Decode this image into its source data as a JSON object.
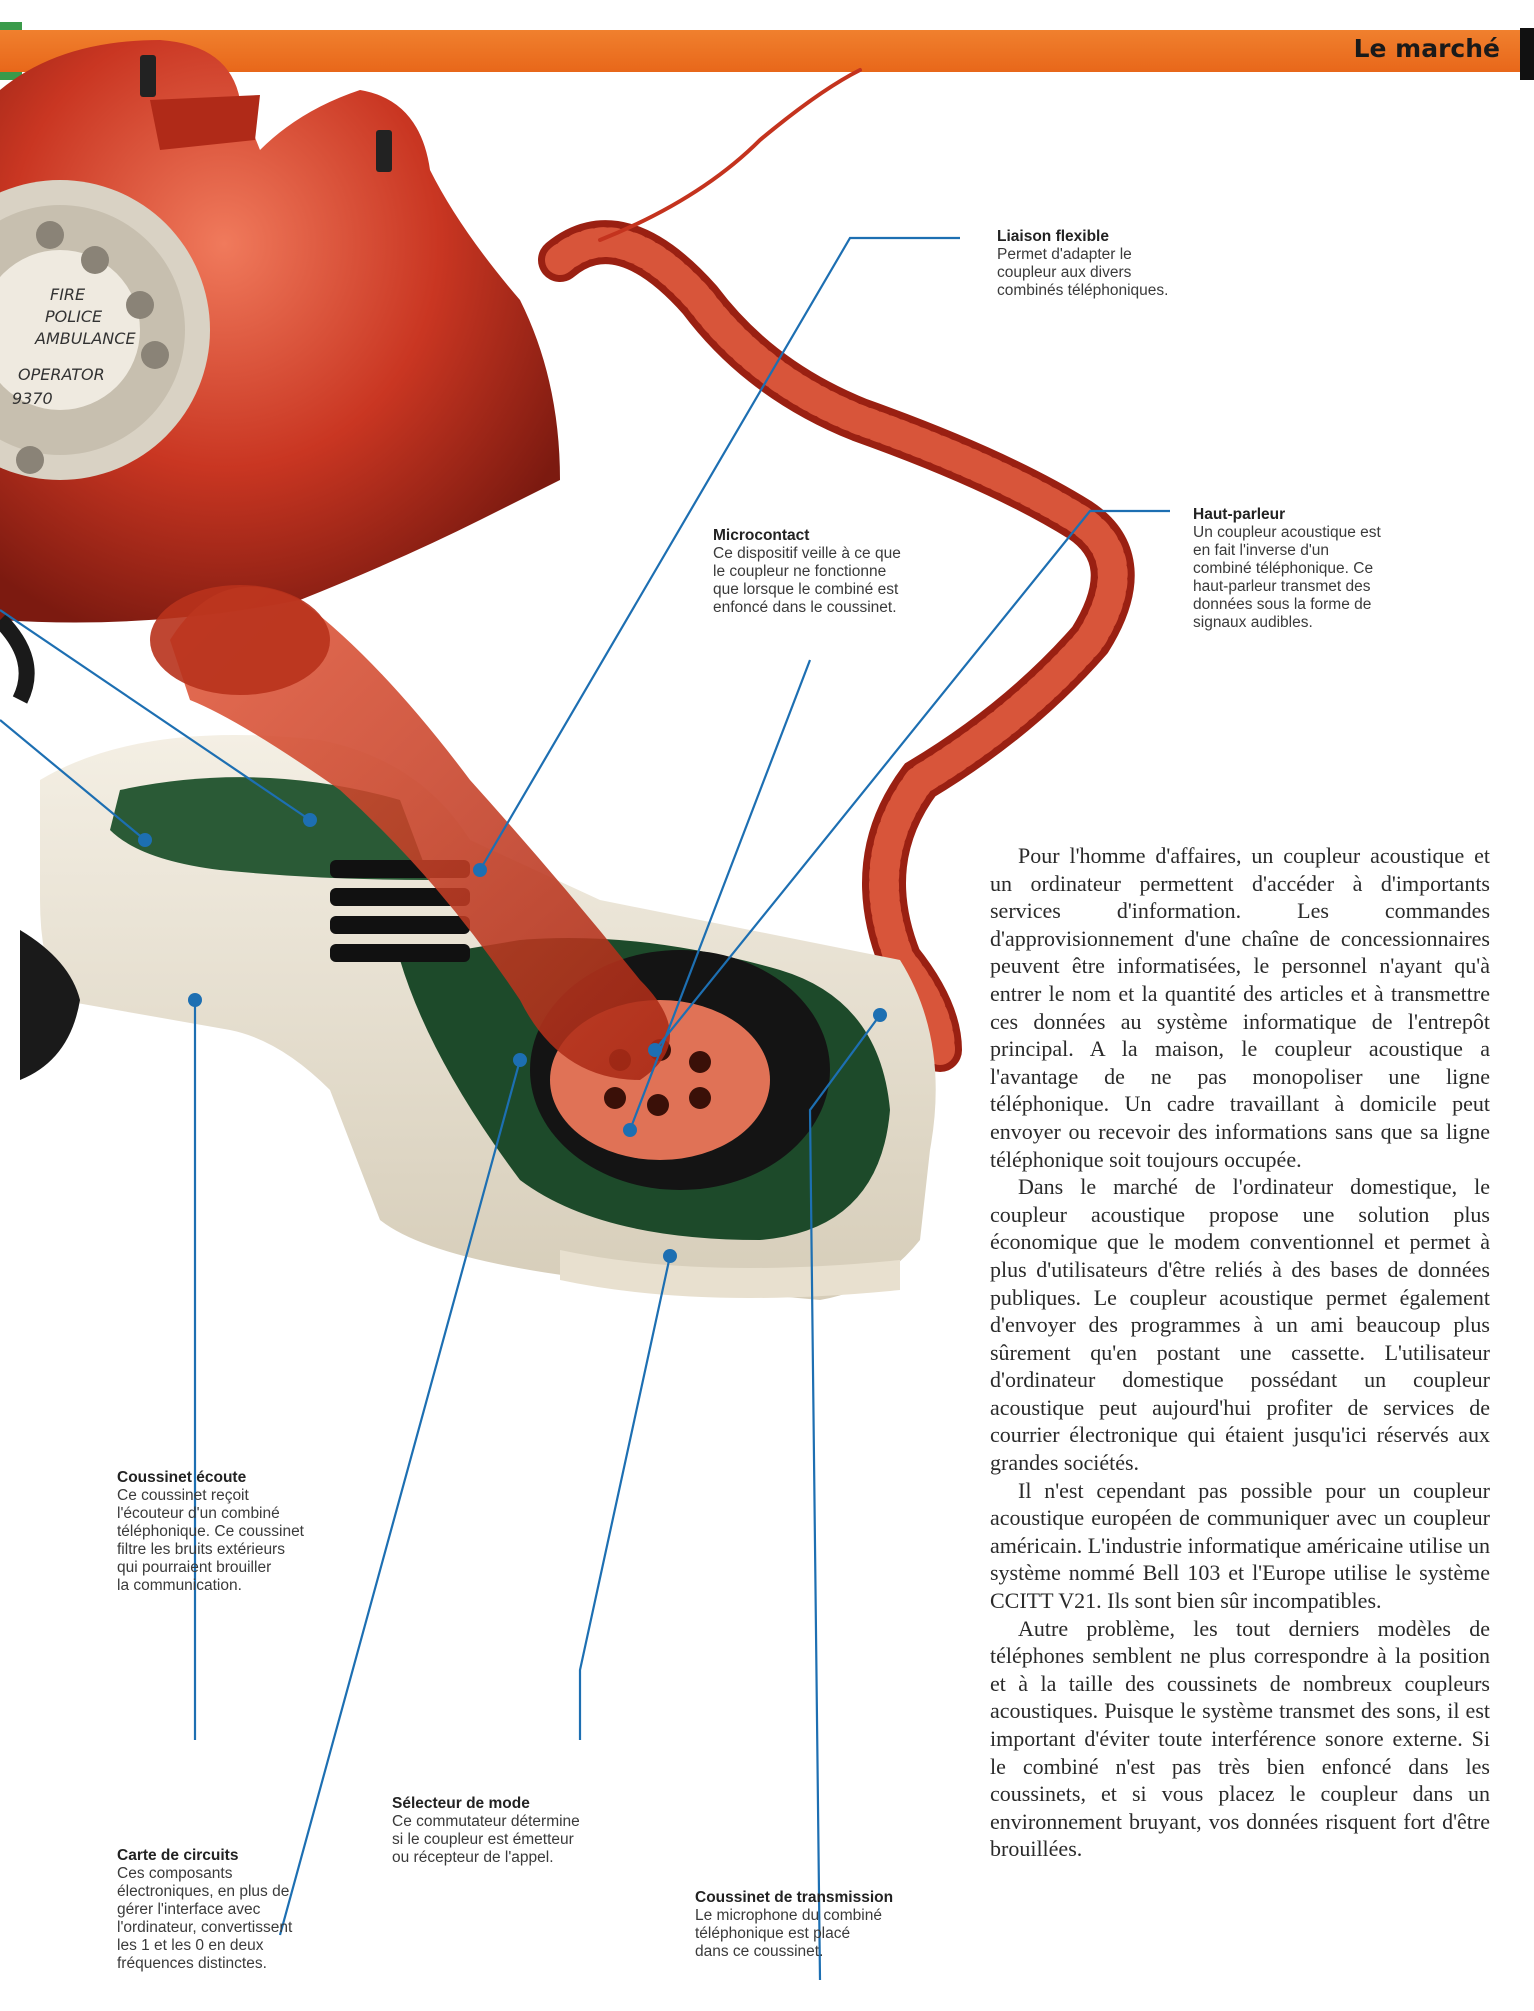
{
  "header": {
    "section_title": "Le marché"
  },
  "photo": {
    "dial_text": [
      "FIRE",
      "POLICE",
      "AMBULANCE",
      "OPERATOR",
      "9370"
    ]
  },
  "labels": {
    "liaison": {
      "title": "Liaison flexible",
      "text": "Permet d'adapter le\ncoupleur aux divers\ncombinés téléphoniques."
    },
    "haut_parleur": {
      "title": "Haut-parleur",
      "text": "Un coupleur acoustique est\nen fait l'inverse d'un\ncombiné téléphonique. Ce\nhaut-parleur transmet des\ndonnées sous la forme de\nsignaux audibles."
    },
    "microcontact": {
      "title": "Microcontact",
      "text": "Ce dispositif veille à ce que\nle coupleur ne fonctionne\nque lorsque le combiné est\nenfoncé dans le coussinet."
    },
    "coussinet_ecoute": {
      "title": "Coussinet écoute",
      "text": "Ce coussinet reçoit\nl'écouteur d'un combiné\ntéléphonique. Ce coussinet\nfiltre les bruits extérieurs\nqui pourraient brouiller\nla communication."
    },
    "selecteur": {
      "title": "Sélecteur de mode",
      "text": "Ce commutateur détermine\nsi le coupleur est émetteur\nou récepteur de l'appel."
    },
    "carte": {
      "title": "Carte de circuits",
      "text": "Ces composants\nélectroniques, en plus de\ngérer l'interface avec\nl'ordinateur, convertissent\nles 1 et les 0 en deux\nfréquences distinctes."
    },
    "coussinet_transmission": {
      "title": "Coussinet de transmission",
      "text": "Le microphone du combiné\ntéléphonique est placé\ndans ce coussinet."
    }
  },
  "article": {
    "paragraphs": [
      "Pour l'homme d'affaires, un coupleur acoustique et un ordinateur permettent d'accéder à d'importants services d'information. Les commandes d'approvisionnement d'une chaîne de concessionnaires peuvent être informatisées, le personnel n'ayant qu'à entrer le nom et la quantité des articles et à transmettre ces données au système informatique de l'entrepôt principal. A la maison, le coupleur acoustique a l'avantage de ne pas monopoliser une ligne téléphonique. Un cadre travaillant à domicile peut envoyer ou recevoir des informations sans que sa ligne téléphonique soit toujours occupée.",
      "Dans le marché de l'ordinateur domestique, le coupleur acoustique propose une solution plus économique que le modem conventionnel et permet à plus d'utilisateurs d'être reliés à des bases de données publiques. Le coupleur acoustique permet également d'envoyer des programmes à un ami beaucoup plus sûrement qu'en postant une cassette. L'utilisateur d'ordinateur domestique possédant un coupleur acoustique peut aujourd'hui profiter de services de courrier électronique qui étaient jusqu'ici réservés aux grandes sociétés.",
      "Il n'est cependant pas possible pour un coupleur acoustique européen de communiquer avec un coupleur américain. L'industrie informatique américaine utilise un système nommé Bell 103 et l'Europe utilise le système CCITT V21. Ils sont bien sûr incompatibles.",
      "Autre problème, les tout derniers modèles de téléphones semblent ne plus correspondre à la position et à la taille des coussinets de nombreux coupleurs acoustiques. Puisque le système transmet des sons, il est important d'éviter toute interférence sonore externe. Si le combiné n'est pas très bien enfoncé dans les coussinets, et si vous placez le coupleur dans un environnement bruyant, vos données risquent fort d'être brouillées."
    ]
  }
}
